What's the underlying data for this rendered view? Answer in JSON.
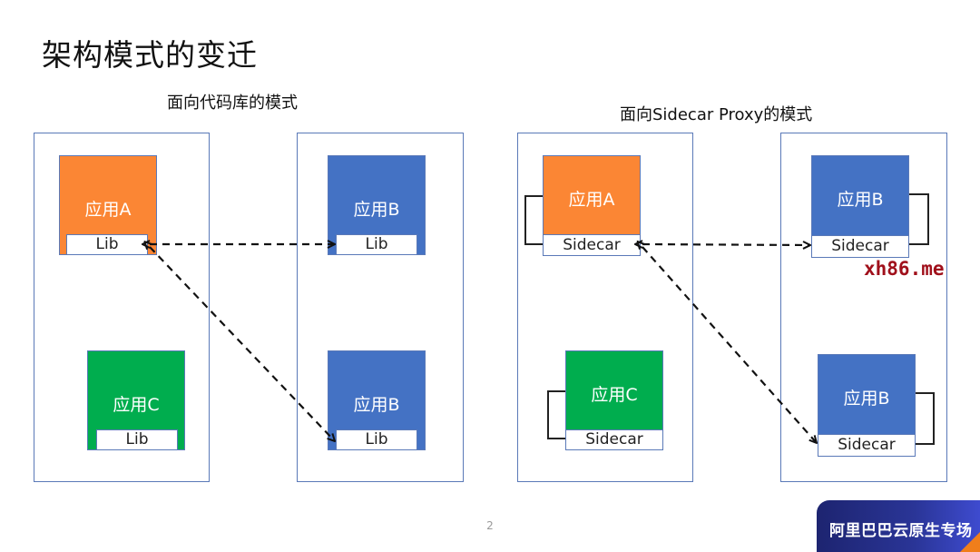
{
  "slide": {
    "title": "架构模式的变迁",
    "page_number": "2",
    "watermark": "xh86.me",
    "brand_label": "阿里巴巴云原生专场"
  },
  "left_diagram": {
    "title": "面向代码库的模式",
    "apps": [
      {
        "name": "应用A",
        "component": "Lib",
        "color": "#fb8634"
      },
      {
        "name": "应用C",
        "component": "Lib",
        "color": "#00ad4e"
      },
      {
        "name": "应用B",
        "component": "Lib",
        "color": "#4472c4"
      },
      {
        "name": "应用B",
        "component": "Lib",
        "color": "#4472c4"
      }
    ],
    "connections": [
      {
        "from": "应用A Lib",
        "to": "应用B Lib (top)",
        "style": "dashed"
      },
      {
        "from": "应用A Lib",
        "to": "应用B Lib (bottom)",
        "style": "dashed"
      }
    ]
  },
  "right_diagram": {
    "title": "面向Sidecar Proxy的模式",
    "apps": [
      {
        "name": "应用A",
        "component": "Sidecar",
        "color": "#fb8634"
      },
      {
        "name": "应用C",
        "component": "Sidecar",
        "color": "#00ad4e"
      },
      {
        "name": "应用B",
        "component": "Sidecar",
        "color": "#4472c4"
      },
      {
        "name": "应用B",
        "component": "Sidecar",
        "color": "#4472c4"
      }
    ],
    "connections": [
      {
        "from": "应用A Sidecar",
        "to": "应用B Sidecar (top)",
        "style": "dashed"
      },
      {
        "from": "应用A Sidecar",
        "to": "应用B Sidecar (bottom)",
        "style": "dashed"
      }
    ]
  }
}
